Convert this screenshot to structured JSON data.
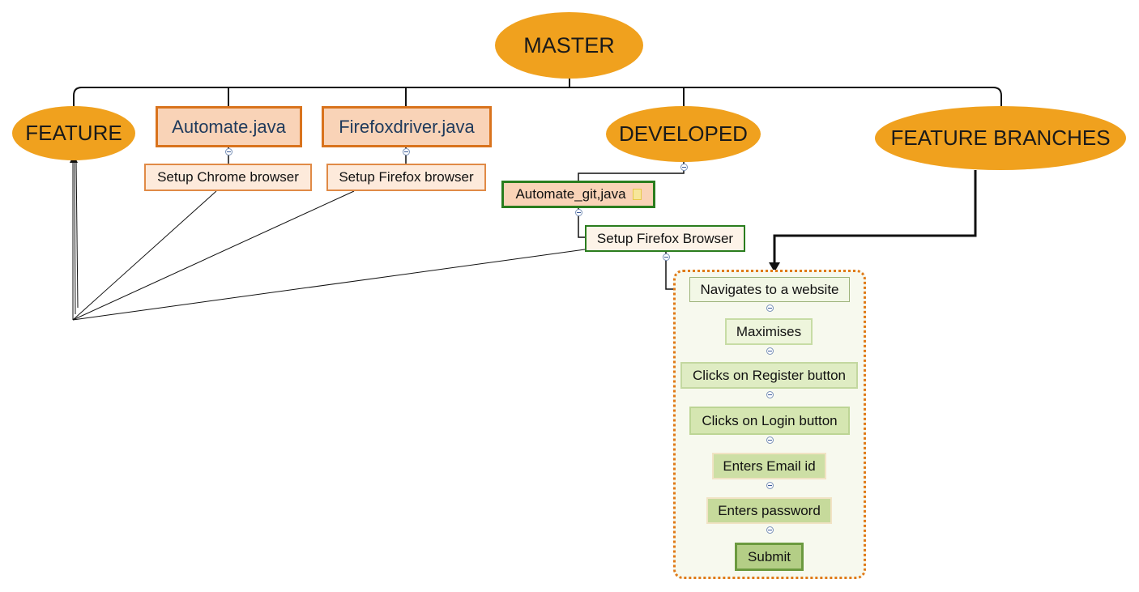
{
  "nodes": {
    "master": "MASTER",
    "feature": "FEATURE",
    "automate_java": "Automate.java",
    "firefoxdriver_java": "Firefoxdriver.java",
    "developed": "DEVELOPED",
    "feature_branches": "FEATURE BRANCHES",
    "setup_chrome": "Setup Chrome browser",
    "setup_firefox": "Setup Firefox browser",
    "automate_git_java": "Automate_git,java",
    "setup_firefox_browser": "Setup Firefox Browser"
  },
  "steps": [
    "Navigates to a website",
    "Maximises",
    "Clicks on Register button",
    "Clicks on Login button",
    "Enters Email id",
    "Enters password",
    "Submit"
  ],
  "colors": {
    "ellipse_fill": "#f0a11e",
    "file_border": "#d9731d",
    "file_fill": "#f9d3b7",
    "green_border": "#2a7d1e",
    "group_border": "#e07a18"
  }
}
